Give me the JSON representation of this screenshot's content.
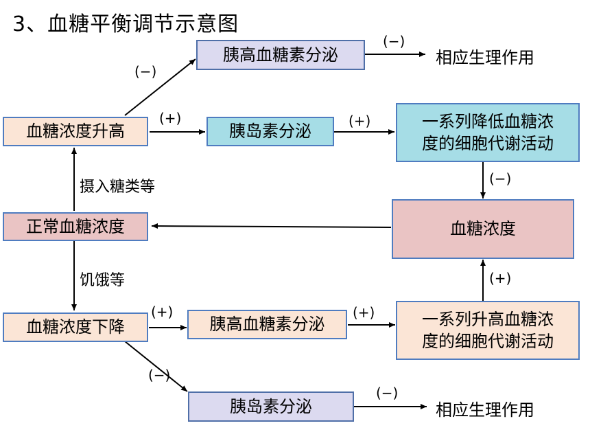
{
  "title": "3、血糖平衡调节示意图",
  "nodes": {
    "rise": "血糖浓度升高",
    "normal": "正常血糖浓度",
    "fall": "血糖浓度下降",
    "glucagon_top": "胰高血糖素分泌",
    "insulin_top": "胰岛素分泌",
    "lower_line1": "一系列降低血糖浓",
    "lower_line2": "度的细胞代谢活动",
    "blood_glucose": "血糖浓度",
    "glucagon_bottom": "胰高血糖素分泌",
    "raise_line1": "一系列升高血糖浓",
    "raise_line2": "度的细胞代谢活动",
    "insulin_bottom": "胰岛素分泌"
  },
  "labels": {
    "intake": "摄入糖类等",
    "hunger": "饥饿等",
    "effect_top": "相应生理作用",
    "effect_bottom": "相应生理作用"
  },
  "signs": {
    "rise_to_glucagon": "(−)",
    "rise_to_insulin": "(+)",
    "glucagon_top_effect": "(−)",
    "insulin_to_lower": "(+)",
    "lower_to_glucose": "(−)",
    "raise_to_glucose": "(+)",
    "fall_to_glucagon": "(+)",
    "glucagon_to_raise": "(+)",
    "fall_to_insulin": "(−)",
    "insulin_bottom_effect": "(−)"
  },
  "colors": {
    "box_border": "#4f7cc0",
    "pale_fill": "#fbe5d6",
    "blue_fill": "#a6dde6",
    "lavender_fill": "#dcdaf0",
    "pink_fill": "#eac4c4",
    "arrow": "#000000"
  }
}
